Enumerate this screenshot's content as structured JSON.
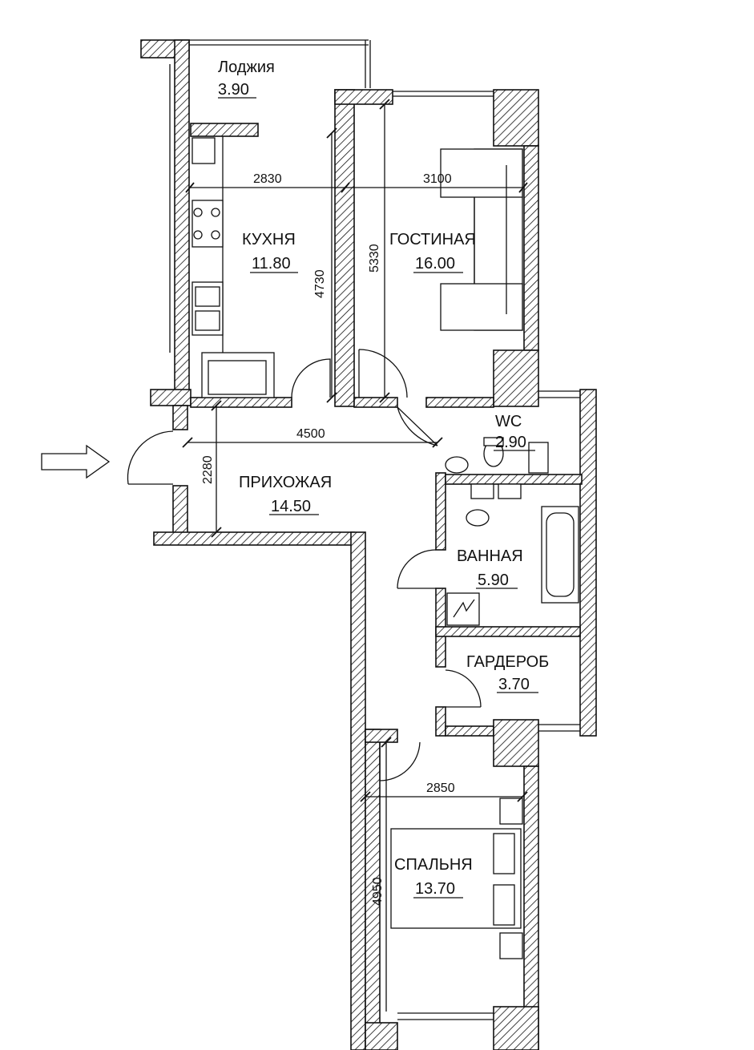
{
  "rooms": {
    "loggia": {
      "name": "Лоджия",
      "area": "3.90"
    },
    "kitchen": {
      "name": "КУХНЯ",
      "area": "11.80"
    },
    "living": {
      "name": "ГОСТИНАЯ",
      "area": "16.00"
    },
    "wc": {
      "name": "WC",
      "area": "2.90"
    },
    "hall": {
      "name": "ПРИХОЖАЯ",
      "area": "14.50"
    },
    "bathroom": {
      "name": "ВАННАЯ",
      "area": "5.90"
    },
    "wardrobe": {
      "name": "ГАРДЕРОБ",
      "area": "3.70"
    },
    "bedroom": {
      "name": "СПАЛЬНЯ",
      "area": "13.70"
    }
  },
  "dimensions": {
    "kitchen_width": "2830",
    "living_width": "3100",
    "kitchen_length": "4730",
    "living_length": "5330",
    "hall_width": "4500",
    "hall_depth": "2280",
    "bedroom_width": "2850",
    "bedroom_length": "4950"
  },
  "icons": {
    "entrance": "arrow-right-icon"
  }
}
